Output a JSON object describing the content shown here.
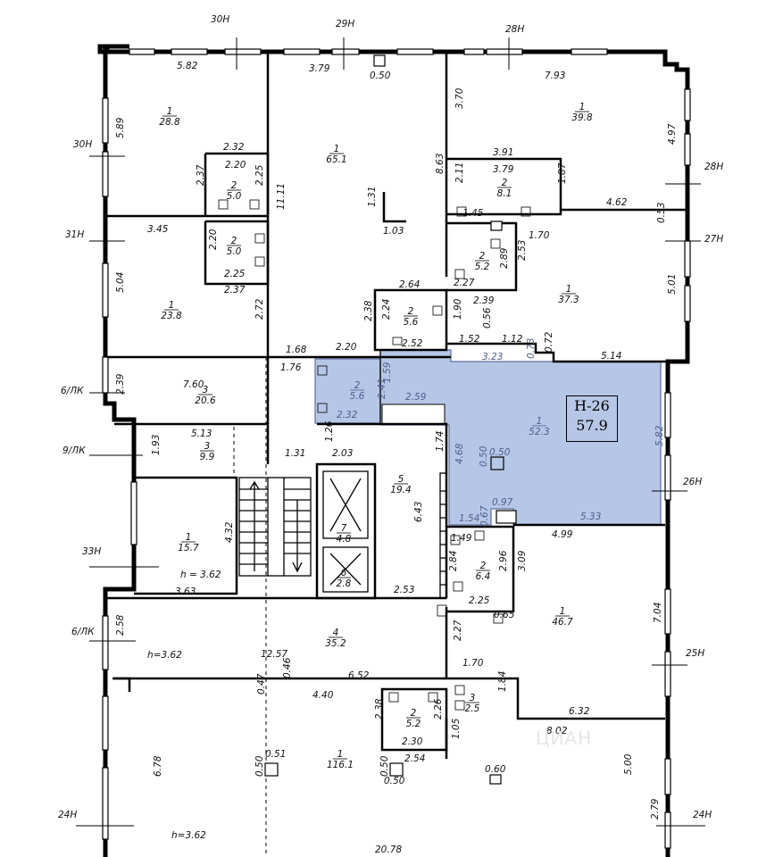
{
  "highlight": {
    "unit_code": "Н-26",
    "unit_area": "57.9",
    "color": "#b6c6e6"
  },
  "axes": [
    "30Н",
    "29Н",
    "28Н",
    "30Н",
    "28Н",
    "31Н",
    "27Н",
    "6/ЛК",
    "9/ЛК",
    "26Н",
    "33Н",
    "6/ЛК",
    "25Н",
    "24Н",
    "24Н"
  ],
  "rooms": [
    {
      "num": "1",
      "area": "28.8"
    },
    {
      "num": "1",
      "area": "65.1"
    },
    {
      "num": "1",
      "area": "39.8"
    },
    {
      "num": "2",
      "area": "5.0"
    },
    {
      "num": "2",
      "area": "8.1"
    },
    {
      "num": "2",
      "area": "5.0"
    },
    {
      "num": "2",
      "area": "5.2"
    },
    {
      "num": "1",
      "area": "23.8"
    },
    {
      "num": "2",
      "area": "5.6"
    },
    {
      "num": "1",
      "area": "37.3"
    },
    {
      "num": "3",
      "area": "20.6"
    },
    {
      "num": "2",
      "area": "5.6"
    },
    {
      "num": "1",
      "area": "52.3"
    },
    {
      "num": "3",
      "area": "9.9"
    },
    {
      "num": "5",
      "area": "19.4"
    },
    {
      "num": "7",
      "area": "4.8"
    },
    {
      "num": "1",
      "area": "15.7"
    },
    {
      "num": "6",
      "area": "2.8"
    },
    {
      "num": "2",
      "area": "6.4"
    },
    {
      "num": "1",
      "area": "46.7"
    },
    {
      "num": "4",
      "area": "35.2"
    },
    {
      "num": "3",
      "area": "2.5"
    },
    {
      "num": "2",
      "area": "5.2"
    },
    {
      "num": "1",
      "area": "116.1"
    }
  ],
  "dims": [
    "5.82",
    "3.79",
    "0.50",
    "7.93",
    "3.70",
    "5.89",
    "2.32",
    "2.20",
    "2.37",
    "2.25",
    "11.11",
    "1.31",
    "1.03",
    "8.63",
    "3.91",
    "3.79",
    "2.11",
    "1.45",
    "1.87",
    "4.62",
    "4.97",
    "0.53",
    "3.45",
    "2.20",
    "2.25",
    "2.37",
    "2.72",
    "2.64",
    "2.24",
    "2.38",
    "2.52",
    "1.90",
    "2.27",
    "2.39",
    "2.89",
    "2.53",
    "1.70",
    "5.04",
    "5.01",
    "1.68",
    "2.20",
    "1.52",
    "0.56",
    "1.12",
    "0.72",
    "5.14",
    "3.23",
    "0.73",
    "1.76",
    "1.59",
    "2.41",
    "2.32",
    "2.59",
    "2.39",
    "7.60",
    "5.13",
    "1.93",
    "1.26",
    "2.03",
    "1.74",
    "1.31",
    "4.68",
    "0.50",
    "0.50",
    "5.82",
    "4.32",
    "6.43",
    "0.97",
    "0.67",
    "1.54",
    "5.33",
    "1.49",
    "2.84",
    "2.96",
    "3.09",
    "4.99",
    "3.63",
    "2.53",
    "2.25",
    "0.65",
    "2.58",
    "12.57",
    "0.46",
    "6.52",
    "2.27",
    "1.70",
    "7.04",
    "0.47",
    "4.40",
    "2.38",
    "2.26",
    "1.84",
    "6.32",
    "2.30",
    "1.05",
    "8.02",
    "0.51",
    "0.50",
    "0.50",
    "2.54",
    "0.60",
    "6.78",
    "0.50",
    "5.00",
    "2.79",
    "20.78"
  ],
  "heights": [
    "h = 3.62",
    "h=3.62",
    "h=3.62"
  ],
  "watermark": "ЦИАН"
}
